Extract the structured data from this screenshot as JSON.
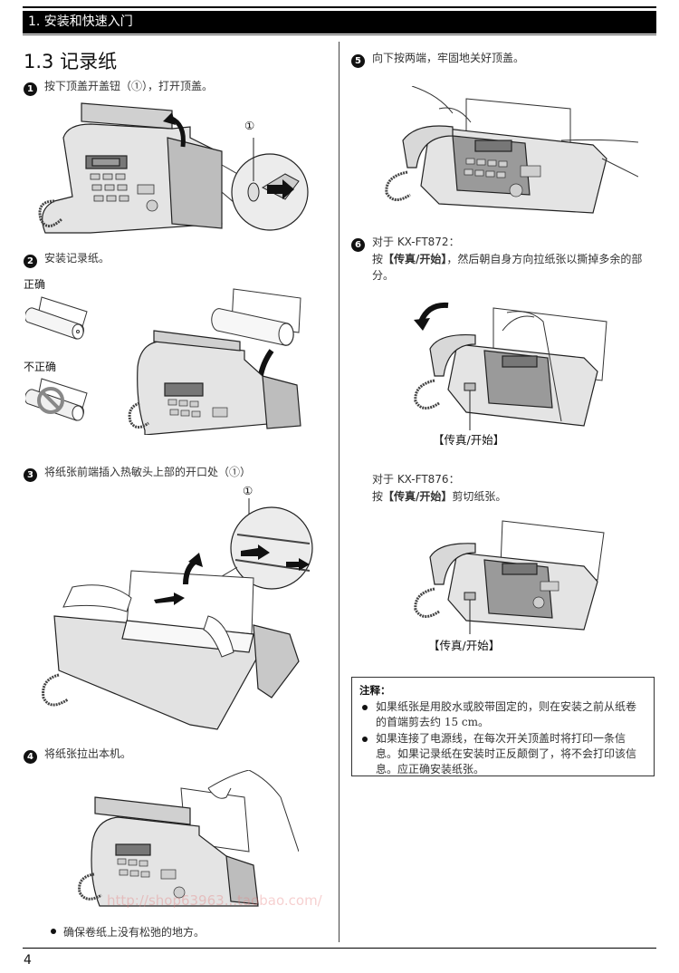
{
  "header": {
    "chapter": "1. 安装和快速入门"
  },
  "section": {
    "title": "1.3 记录纸"
  },
  "steps": [
    {
      "num": "1",
      "text": "按下顶盖开盖钮（①），打开顶盖。",
      "callout": "①"
    },
    {
      "num": "2",
      "text": "安装记录纸。",
      "correct_label": "正确",
      "incorrect_label": "不正确"
    },
    {
      "num": "3",
      "text": "将纸张前端插入热敏头上部的开口处（①）",
      "callout": "①"
    },
    {
      "num": "4",
      "text": "将纸张拉出本机。",
      "bullet": "确保卷纸上没有松弛的地方。"
    },
    {
      "num": "5",
      "text": "向下按两端，牢固地关好顶盖。"
    },
    {
      "num": "6",
      "model_a": "对于 KX-FT872：",
      "model_a_text_pre": "按",
      "model_a_button": "【传真/开始】",
      "model_a_text_post": "，然后朝自身方向拉纸张以撕掉多余的部分。",
      "model_a_callout": "【传真/开始】",
      "model_b": "对于 KX-FT876：",
      "model_b_text_pre": "按",
      "model_b_button": "【传真/开始】",
      "model_b_text_post": "剪切纸张。",
      "model_b_callout": "【传真/开始】"
    }
  ],
  "note": {
    "title": "注释：",
    "items": [
      "如果纸张是用胶水或胶带固定的，则在安装之前从纸卷的首端剪去约 15 cm。",
      "如果连接了电源线，在每次开关顶盖时将打印一条信息。如果记录纸在安装时正反颠倒了，将不会打印该信息。应正确安装纸张。"
    ]
  },
  "watermark": "http://shop63963...taobao.com/",
  "footer": {
    "page_number": "4"
  }
}
